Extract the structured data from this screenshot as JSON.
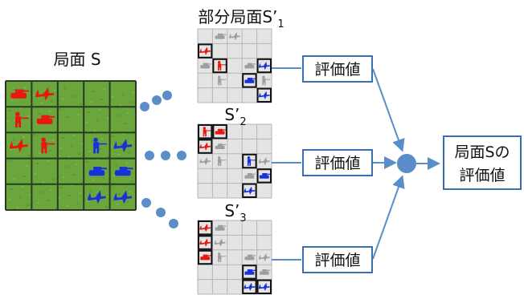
{
  "board_label": "局面 S",
  "partial_title": "部分局面S’",
  "partial_title_sub": "1",
  "partial_labels": [
    {
      "main": "S’",
      "sub": "2"
    },
    {
      "main": "S’",
      "sub": "3"
    }
  ],
  "eval_labels": [
    "評価値",
    "評価値",
    "評価値"
  ],
  "result_label": {
    "line1": "局面Sの",
    "line2": "評価値"
  },
  "colors": {
    "red_unit": "#e8170f",
    "blue_unit": "#1732d8",
    "gray_unit": "#9e9e9e",
    "grass": "#6aa63c",
    "grid_bg": "#e4e4e4",
    "grid_line": "#b5b5b5",
    "arrow": "#5b8ec9",
    "dot": "#5b8ec9",
    "box_border": "#3a6fb3",
    "highlight_border": "#111111"
  },
  "icons": {
    "unit_shape": "tank-plane-soldier-silhouette",
    "connector": "dot-ellipsis",
    "merge_node": "circle-node"
  }
}
